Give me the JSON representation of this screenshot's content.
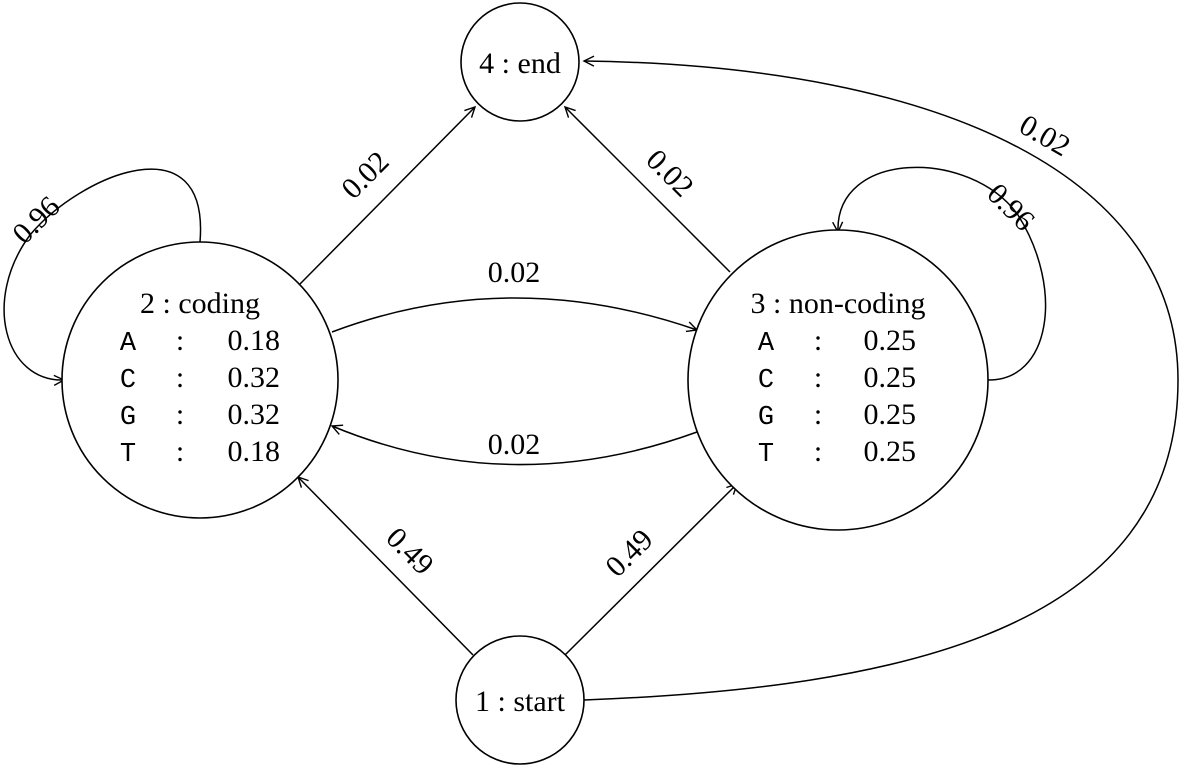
{
  "diagram": {
    "nodes": {
      "start": {
        "label": "1 : start"
      },
      "coding": {
        "label": "2 : coding",
        "emissions": [
          {
            "symbol": "A",
            "sep": ":",
            "prob": "0.18"
          },
          {
            "symbol": "C",
            "sep": ":",
            "prob": "0.32"
          },
          {
            "symbol": "G",
            "sep": ":",
            "prob": "0.32"
          },
          {
            "symbol": "T",
            "sep": ":",
            "prob": "0.18"
          }
        ]
      },
      "noncoding": {
        "label": "3 : non-coding",
        "emissions": [
          {
            "symbol": "A",
            "sep": ":",
            "prob": "0.25"
          },
          {
            "symbol": "C",
            "sep": ":",
            "prob": "0.25"
          },
          {
            "symbol": "G",
            "sep": ":",
            "prob": "0.25"
          },
          {
            "symbol": "T",
            "sep": ":",
            "prob": "0.25"
          }
        ]
      },
      "end": {
        "label": "4 : end"
      }
    },
    "edges": {
      "start_to_coding": "0.49",
      "start_to_noncoding": "0.49",
      "start_to_end": "0.02",
      "coding_self": "0.96",
      "coding_to_noncoding": "0.02",
      "noncoding_to_coding": "0.02",
      "coding_to_end": "0.02",
      "noncoding_to_end": "0.02",
      "noncoding_self": "0.96"
    }
  }
}
